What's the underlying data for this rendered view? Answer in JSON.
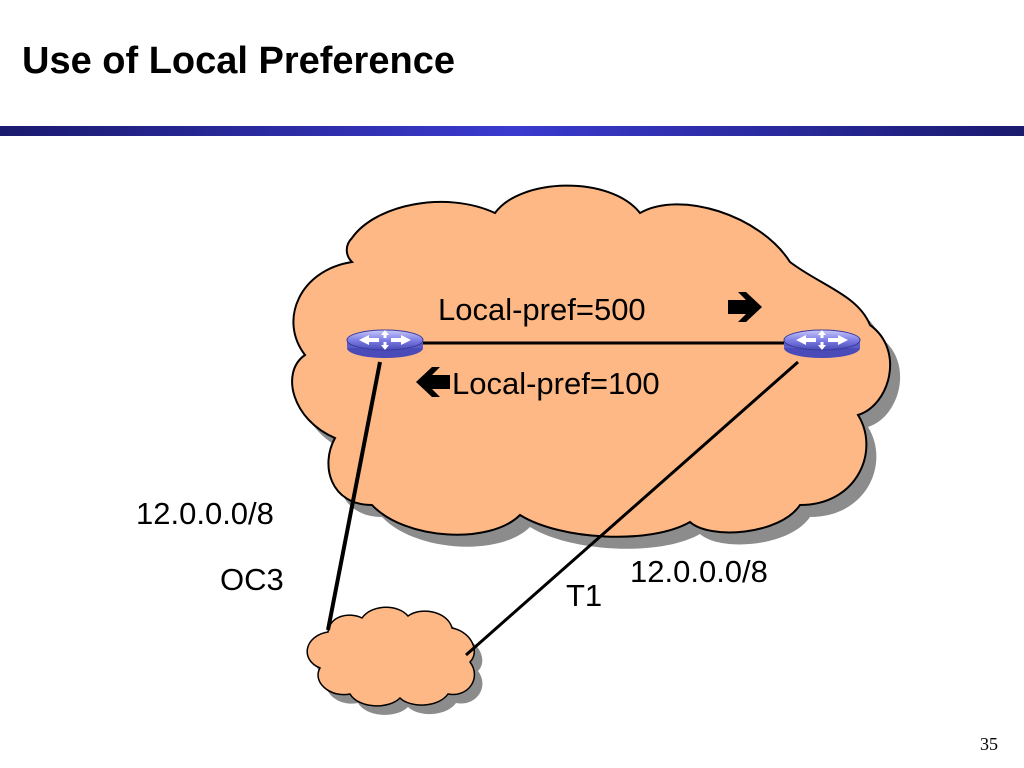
{
  "slide": {
    "title": "Use of Local Preference",
    "page_number": "35"
  },
  "colors": {
    "cloud_fill": "#FDB885",
    "cloud_outline": "#000000",
    "cloud_shadow": "#8C8C8C",
    "rule_dark": "#1A1A6E",
    "rule_light": "#3A3ACF",
    "router_body": "#7F7FE6",
    "router_arrows": "#FFFFFF",
    "link_line": "#000000"
  },
  "diagram": {
    "big_cloud": {
      "icon": "cloud-shape"
    },
    "small_cloud": {
      "icon": "cloud-shape"
    },
    "router_left": {
      "icon": "router-icon"
    },
    "router_right": {
      "icon": "router-icon"
    },
    "labels": {
      "pref_500": "Local-pref=500",
      "pref_100": "Local-pref=100",
      "prefix_left": "12.0.0.0/8",
      "link_left": "OC3",
      "prefix_right": "12.0.0.0/8",
      "link_right": "T1"
    }
  }
}
